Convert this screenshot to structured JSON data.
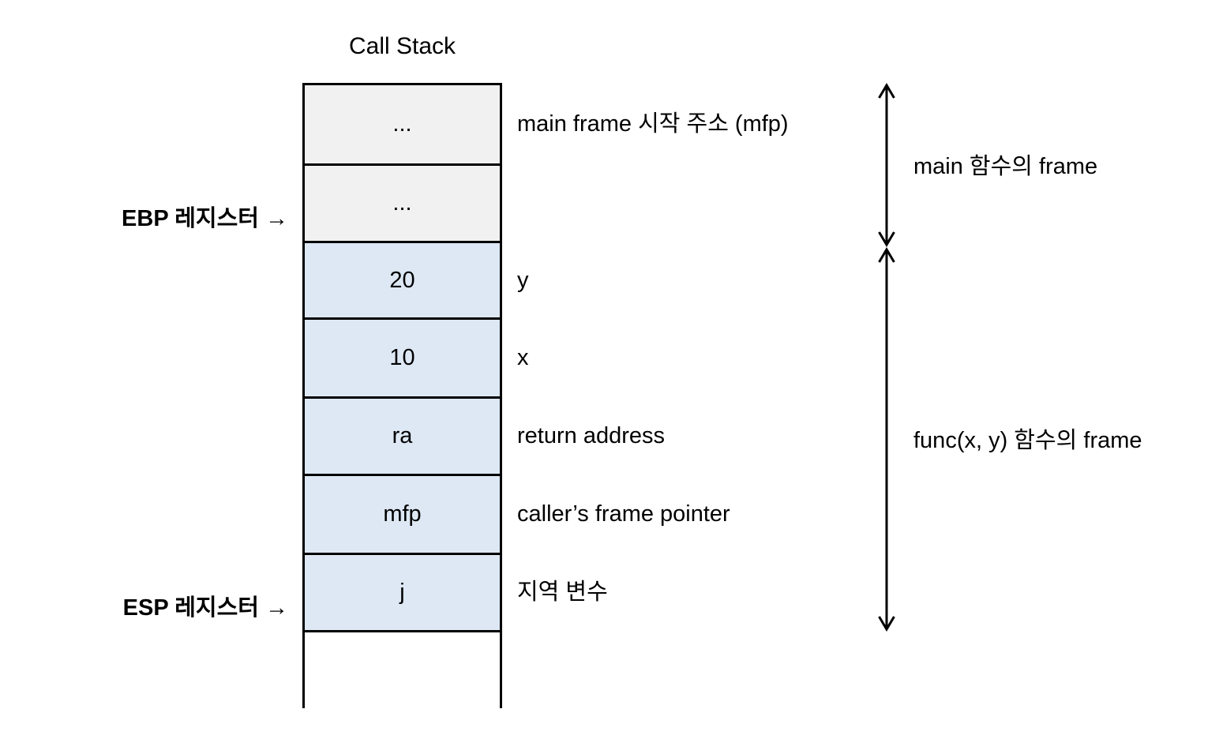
{
  "title": "Call Stack",
  "stack": {
    "rows": [
      {
        "value": "...",
        "frame": "main",
        "label": "main frame 시작 주소 (mfp)"
      },
      {
        "value": "...",
        "frame": "main",
        "label": ""
      },
      {
        "value": "20",
        "frame": "func",
        "label": "y"
      },
      {
        "value": "10",
        "frame": "func",
        "label": "x"
      },
      {
        "value": "ra",
        "frame": "func",
        "label": "return address"
      },
      {
        "value": "mfp",
        "frame": "func",
        "label": "caller’s frame pointer"
      },
      {
        "value": "j",
        "frame": "func",
        "label": "지역 변수"
      }
    ]
  },
  "registers": {
    "ebp": "EBP 레지스터 →",
    "esp": "ESP 레지스터 →"
  },
  "frames": {
    "main": "main 함수의 frame",
    "func": "func(x, y) 함수의 frame"
  },
  "colors": {
    "main_frame_fill": "#f1f1f1",
    "func_frame_fill": "#dde8f4",
    "border": "#000000"
  }
}
